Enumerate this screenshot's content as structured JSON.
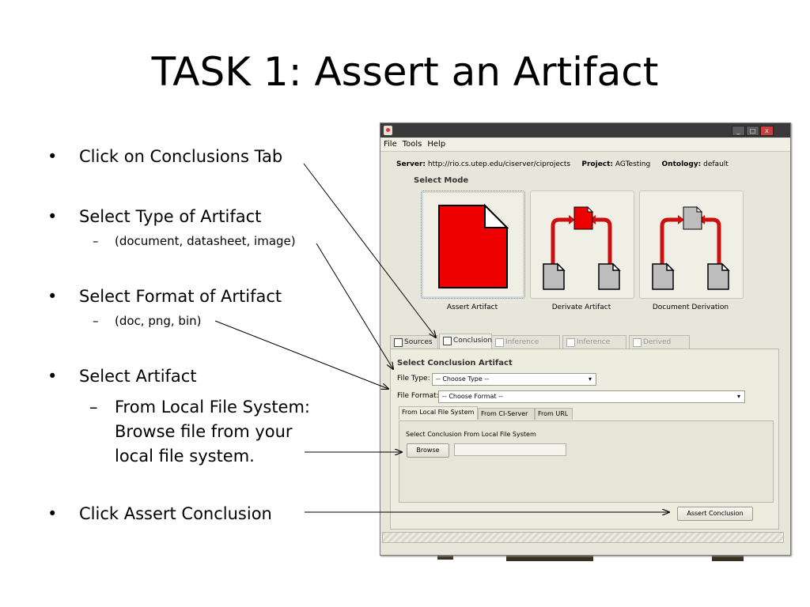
{
  "slide": {
    "title": "TASK 1: Assert an Artifact",
    "bullet_char": "•",
    "dash_char": "–",
    "bullets": [
      {
        "text": "Click on Conclusions Tab"
      },
      {
        "text": "Select Type of Artifact",
        "sub": "(document, datasheet, image)"
      },
      {
        "text": "Select Format of Artifact",
        "sub": "(doc, png, bin)"
      },
      {
        "text": "Select Artifact",
        "sub_lines": [
          "From Local File System:",
          "Browse file from your",
          "local file system."
        ]
      },
      {
        "text": "Click Assert Conclusion"
      }
    ]
  },
  "app": {
    "menu": [
      "File",
      "Tools",
      "Help"
    ],
    "window_buttons": {
      "minimize": "_",
      "maximize": "□",
      "close": "x"
    },
    "server_label": "Server:",
    "server_value": "http://rio.cs.utep.edu/ciserver/ciprojects",
    "project_label": "Project:",
    "project_value": "AGTesting",
    "ontology_label": "Ontology:",
    "ontology_value": "default",
    "select_mode_label": "Select Mode",
    "modes": [
      "Assert Artifact",
      "Derivate Artifact",
      "Document Derivation"
    ],
    "tabs": [
      "Sources",
      "Conclusion",
      "Inference Agent",
      "Inference Rule",
      "Derived From"
    ],
    "panel_title": "Select Conclusion Artifact",
    "file_type_label": "File Type:",
    "file_type_value": "-- Choose Type --",
    "file_format_label": "File Format:",
    "file_format_value": "-- Choose Format --",
    "subtabs": [
      "From Local File System",
      "From CI-Server",
      "From URL"
    ],
    "local_label": "Select Conclusion From Local File System",
    "browse_label": "Browse",
    "assert_label": "Assert Conclusion"
  },
  "colors": {
    "accent_red": "#ee0000",
    "doc_grey": "#bdbdbd",
    "arrow_red": "#cc1010"
  }
}
